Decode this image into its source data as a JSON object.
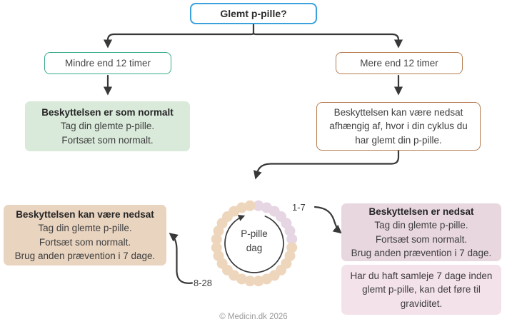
{
  "colors": {
    "accent_blue": "#3aa1dc",
    "accent_green": "#36ab8c",
    "accent_brown": "#b67c50",
    "bg_green": "#d9e9da",
    "bg_beige": "#e9d4c0",
    "bg_pink_dark": "#e8d7df",
    "bg_pink_light": "#f4e2eb",
    "dot_beige": "#eed6bd",
    "dot_pink": "#e6d6e3",
    "connector": "#383838"
  },
  "root": {
    "question": "Glemt p-pille?"
  },
  "branch_left": {
    "condition": "Mindre end 12 timer",
    "outcome_title": "Beskyttelsen er som normalt",
    "outcome_lines": [
      "Tag din glemte p-pille.",
      "Fortsæt som normalt."
    ]
  },
  "branch_right": {
    "condition": "Mere end 12 timer",
    "outcome_text": "Beskyttelsen kan være nedsat afhængig af, hvor i din cyklus du har glemt din p-pille."
  },
  "cycle": {
    "label_line1": "P-pille",
    "label_line2": "dag",
    "total_days": 28,
    "early_days": 7,
    "early_label": "1-7",
    "late_label": "8-28"
  },
  "outcome_late": {
    "title": "Beskyttelsen kan være nedsat",
    "lines": [
      "Tag din glemte p-pille.",
      "Fortsæt som normalt.",
      "Brug anden prævention i 7 dage."
    ]
  },
  "outcome_early": {
    "title": "Beskyttelsen er nedsat",
    "lines": [
      "Tag din glemte p-pille.",
      "Fortsæt som normalt.",
      "Brug anden prævention i 7 dage."
    ],
    "note": "Har du haft samleje 7 dage inden glemt p-pille, kan det føre til graviditet."
  },
  "footer": {
    "copyright": "© Medicin.dk 2026"
  }
}
